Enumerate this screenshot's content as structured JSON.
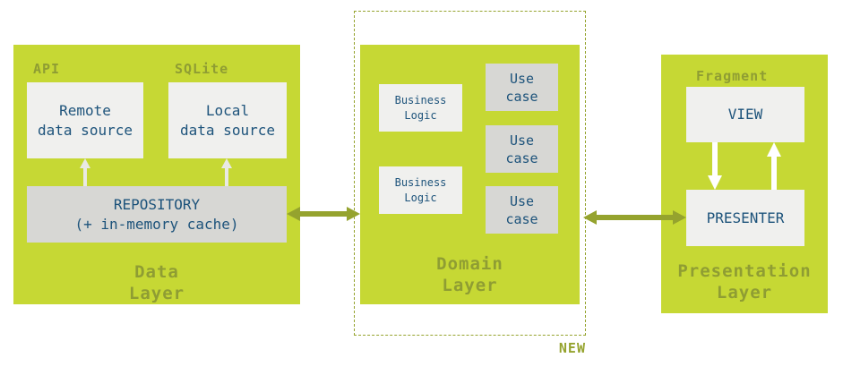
{
  "colors": {
    "lime": "#c6d834",
    "olive_label": "#8f9d33",
    "olive_arrow": "#95a32e",
    "navy_text": "#1d537b",
    "box_white": "#f0f0ee",
    "box_gray": "#d7d7d4",
    "arrow_white": "#ffffff",
    "arrow_light": "#e9e9e4"
  },
  "data_layer": {
    "title": "Data\nLayer",
    "api_label": "API",
    "sqlite_label": "SQLite",
    "remote_source": "Remote\ndata source",
    "local_source": "Local\ndata source",
    "repository": "REPOSITORY\n(+ in-memory cache)"
  },
  "domain_layer": {
    "title": "Domain\nLayer",
    "new_badge": "NEW",
    "business_logic": [
      "Business\nLogic",
      "Business\nLogic"
    ],
    "use_cases": [
      "Use\ncase",
      "Use\ncase",
      "Use\ncase"
    ]
  },
  "presentation_layer": {
    "title": "Presentation\nLayer",
    "fragment_label": "Fragment",
    "view": "VIEW",
    "presenter": "PRESENTER"
  }
}
